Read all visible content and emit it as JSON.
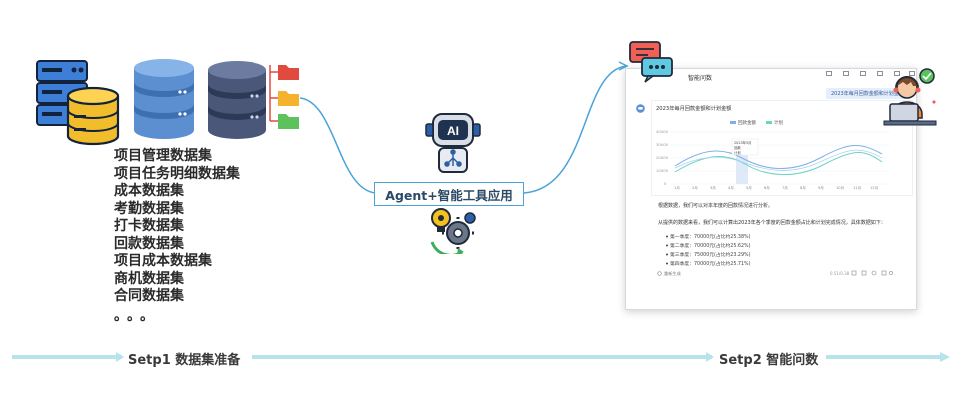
{
  "datasets": {
    "items": [
      "项目管理数据集",
      "项目任务明细数据集",
      "成本数据集",
      "考勤数据集",
      "打卡数据集",
      "回款数据集",
      "项目成本数据集",
      "商机数据集",
      "合同数据集"
    ],
    "ellipsis": "。。。"
  },
  "center": {
    "label": "Agent+智能工具应用",
    "robot_text": "AI"
  },
  "steps": {
    "step1": "Setp1 数据集准备",
    "step2": "Setp2 智能问数"
  },
  "chat_window": {
    "title": "智能问数",
    "query_chip": "2023年每月回款金额和计划金额",
    "chart": {
      "title": "2023年每月回款金额和计划金额",
      "legend": [
        "回款金额",
        "计划"
      ],
      "tooltip": [
        "2023年5月",
        "回款",
        "计划"
      ],
      "y_ticks": [
        "40000",
        "30000",
        "20000",
        "10000",
        "0"
      ],
      "x_ticks": [
        "1月",
        "2月",
        "3月",
        "4月",
        "5月",
        "6月",
        "7月",
        "8月",
        "9月",
        "10月",
        "11月",
        "12月"
      ]
    },
    "answer_intro": "根据数据，我们可以对本年度的回款情况进行分析。",
    "answer_lead": "从提供的数据来看，我们可以计算出2023年各个季度的回款金额占比和计划完成情况，具体数据如下：",
    "bullets": [
      "第一季度：70000元(占比约25.38%)",
      "第二季度：70000元(占比约25.62%)",
      "第三季度：75000元(占比约23.29%)",
      "第四季度：70000元(占比约25.71%)"
    ],
    "footer_left": "重新生成",
    "footer_right": "0.51/0.38"
  }
}
